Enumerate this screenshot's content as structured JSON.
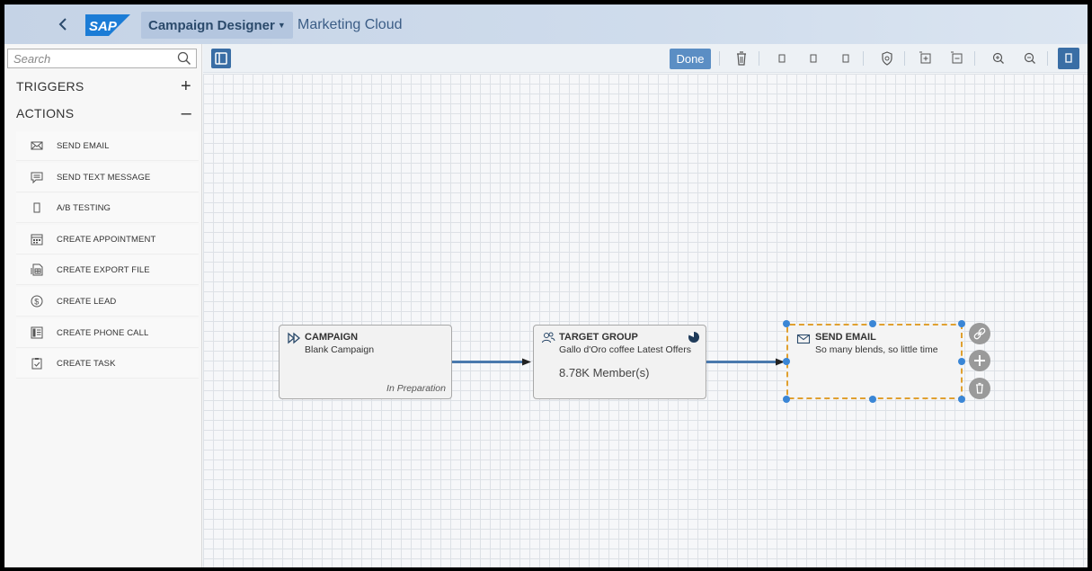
{
  "shell": {
    "logo_text": "SAP",
    "app_title": "Campaign Designer",
    "app_subtitle": "Marketing Cloud"
  },
  "sidebar": {
    "search_placeholder": "Search",
    "triggers_label": "TRIGGERS",
    "triggers_toggle": "+",
    "actions_label": "ACTIONS",
    "actions_toggle": "–",
    "actions": [
      {
        "label": "SEND EMAIL",
        "icon": "envelope-icon"
      },
      {
        "label": "SEND TEXT MESSAGE",
        "icon": "message-icon"
      },
      {
        "label": "A/B TESTING",
        "icon": "ab-testing-icon"
      },
      {
        "label": "CREATE APPOINTMENT",
        "icon": "calendar-icon"
      },
      {
        "label": "CREATE EXPORT FILE",
        "icon": "export-file-icon"
      },
      {
        "label": "CREATE LEAD",
        "icon": "lead-icon"
      },
      {
        "label": "CREATE PHONE CALL",
        "icon": "phone-list-icon"
      },
      {
        "label": "CREATE TASK",
        "icon": "task-icon"
      }
    ]
  },
  "toolbar": {
    "done_label": "Done"
  },
  "canvas": {
    "nodes": {
      "campaign": {
        "title": "CAMPAIGN",
        "subtitle": "Blank Campaign",
        "status": "In Preparation"
      },
      "target_group": {
        "title": "TARGET GROUP",
        "subtitle": "Gallo d'Oro coffee Latest Offers",
        "members": "8.78K Member(s)"
      },
      "send_email": {
        "title": "SEND EMAIL",
        "subtitle": "So many blends, so little time"
      }
    }
  },
  "colors": {
    "accent": "#3a6ea5",
    "done_button": "#5b8ec4",
    "connector": "#4a79ad",
    "handle": "#3a86d6",
    "selection": "#e0a030"
  }
}
